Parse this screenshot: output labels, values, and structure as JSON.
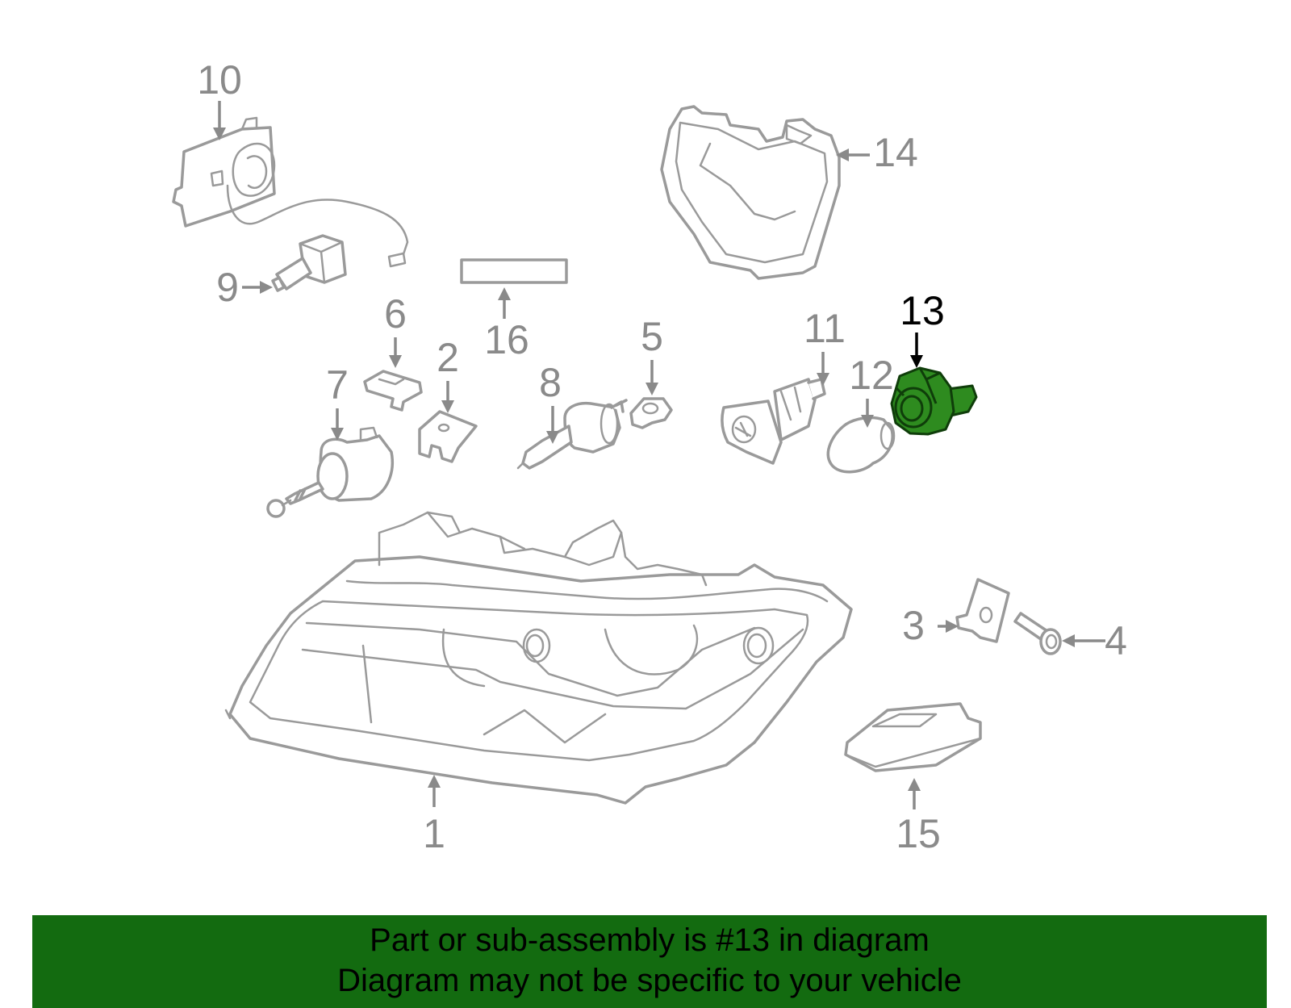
{
  "diagram": {
    "highlighted_part": "13",
    "callouts": [
      {
        "id": "1",
        "label": "1"
      },
      {
        "id": "2",
        "label": "2"
      },
      {
        "id": "3",
        "label": "3"
      },
      {
        "id": "4",
        "label": "4"
      },
      {
        "id": "5",
        "label": "5"
      },
      {
        "id": "6",
        "label": "6"
      },
      {
        "id": "7",
        "label": "7"
      },
      {
        "id": "8",
        "label": "8"
      },
      {
        "id": "9",
        "label": "9"
      },
      {
        "id": "10",
        "label": "10"
      },
      {
        "id": "11",
        "label": "11"
      },
      {
        "id": "12",
        "label": "12"
      },
      {
        "id": "13",
        "label": "13"
      },
      {
        "id": "14",
        "label": "14"
      },
      {
        "id": "15",
        "label": "15"
      },
      {
        "id": "16",
        "label": "16"
      }
    ],
    "colors": {
      "highlight_fill": "#2e8b1f",
      "footer_background": "#136b10",
      "part_stroke": "#9a9a9a"
    }
  },
  "footer": {
    "line1": "Part or sub-assembly is #13 in diagram",
    "line2": "Diagram may not be specific to your vehicle"
  }
}
